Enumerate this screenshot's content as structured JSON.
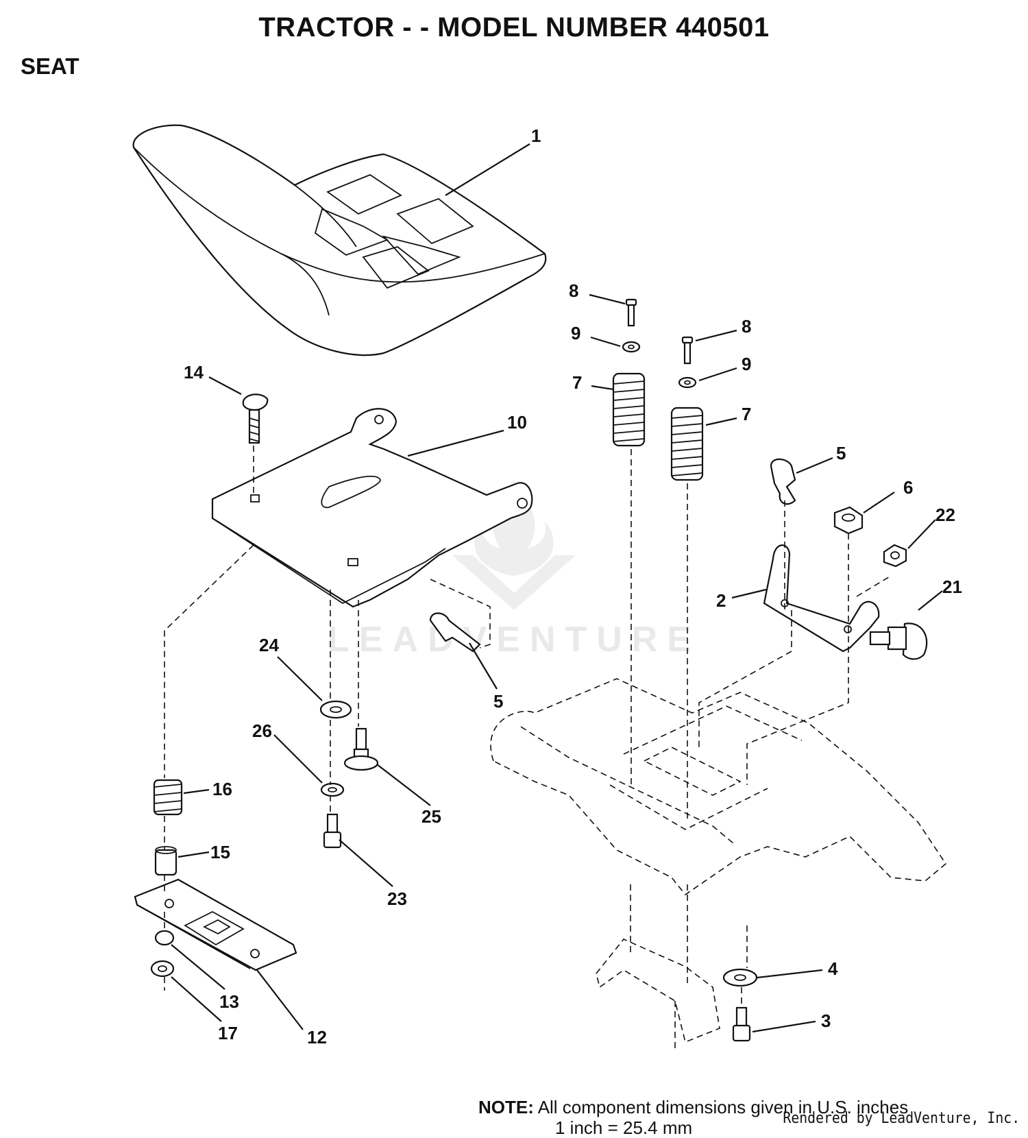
{
  "header": {
    "title": "TRACTOR - - MODEL NUMBER 440501",
    "section": "SEAT"
  },
  "callouts": [
    {
      "id": "c1",
      "label": "1"
    },
    {
      "id": "c8a",
      "label": "8"
    },
    {
      "id": "c9a",
      "label": "9"
    },
    {
      "id": "c8b",
      "label": "8"
    },
    {
      "id": "c9b",
      "label": "9"
    },
    {
      "id": "c7a",
      "label": "7"
    },
    {
      "id": "c7b",
      "label": "7"
    },
    {
      "id": "c14",
      "label": "14"
    },
    {
      "id": "c10",
      "label": "10"
    },
    {
      "id": "c5a",
      "label": "5"
    },
    {
      "id": "c6",
      "label": "6"
    },
    {
      "id": "c22",
      "label": "22"
    },
    {
      "id": "c2",
      "label": "2"
    },
    {
      "id": "c21",
      "label": "21"
    },
    {
      "id": "c24",
      "label": "24"
    },
    {
      "id": "c5b",
      "label": "5"
    },
    {
      "id": "c26",
      "label": "26"
    },
    {
      "id": "c25",
      "label": "25"
    },
    {
      "id": "c16",
      "label": "16"
    },
    {
      "id": "c15",
      "label": "15"
    },
    {
      "id": "c23",
      "label": "23"
    },
    {
      "id": "c13",
      "label": "13"
    },
    {
      "id": "c17",
      "label": "17"
    },
    {
      "id": "c12",
      "label": "12"
    },
    {
      "id": "c4",
      "label": "4"
    },
    {
      "id": "c3",
      "label": "3"
    }
  ],
  "note": {
    "label": "NOTE:",
    "line1": "All component dimensions given in U.S. inches",
    "line2": "1 inch = 25.4 mm"
  },
  "credit": "Rendered by LeadVenture, Inc.",
  "watermark": "LEADVENTURE"
}
